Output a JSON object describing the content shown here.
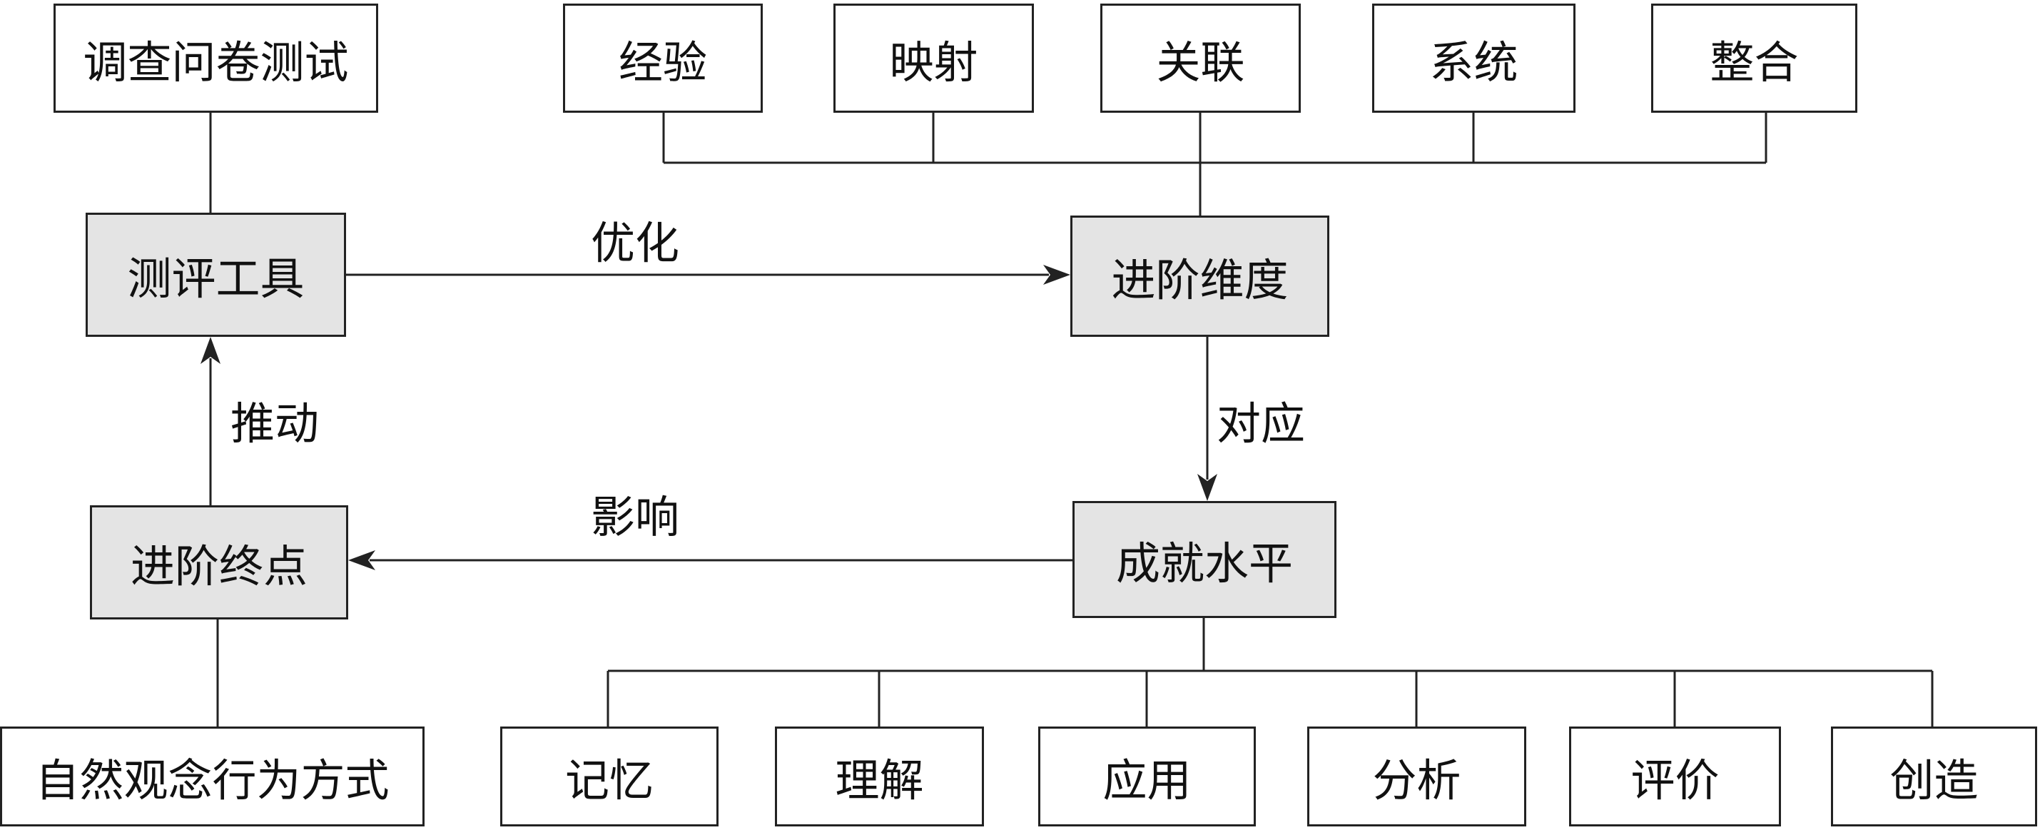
{
  "diagram": {
    "core": {
      "tool": "测评工具",
      "dimension": "进阶维度",
      "achievement": "成就水平",
      "endpoint": "进阶终点"
    },
    "top_left": "调查问卷测试",
    "bottom_left": "自然观念行为方式",
    "dimension_items": [
      "经验",
      "映射",
      "关联",
      "系统",
      "整合"
    ],
    "achievement_items": [
      "记忆",
      "理解",
      "应用",
      "分析",
      "评价",
      "创造"
    ],
    "arrows": {
      "optimize": "优化",
      "correspond": "对应",
      "influence": "影响",
      "drive": "推动"
    }
  }
}
